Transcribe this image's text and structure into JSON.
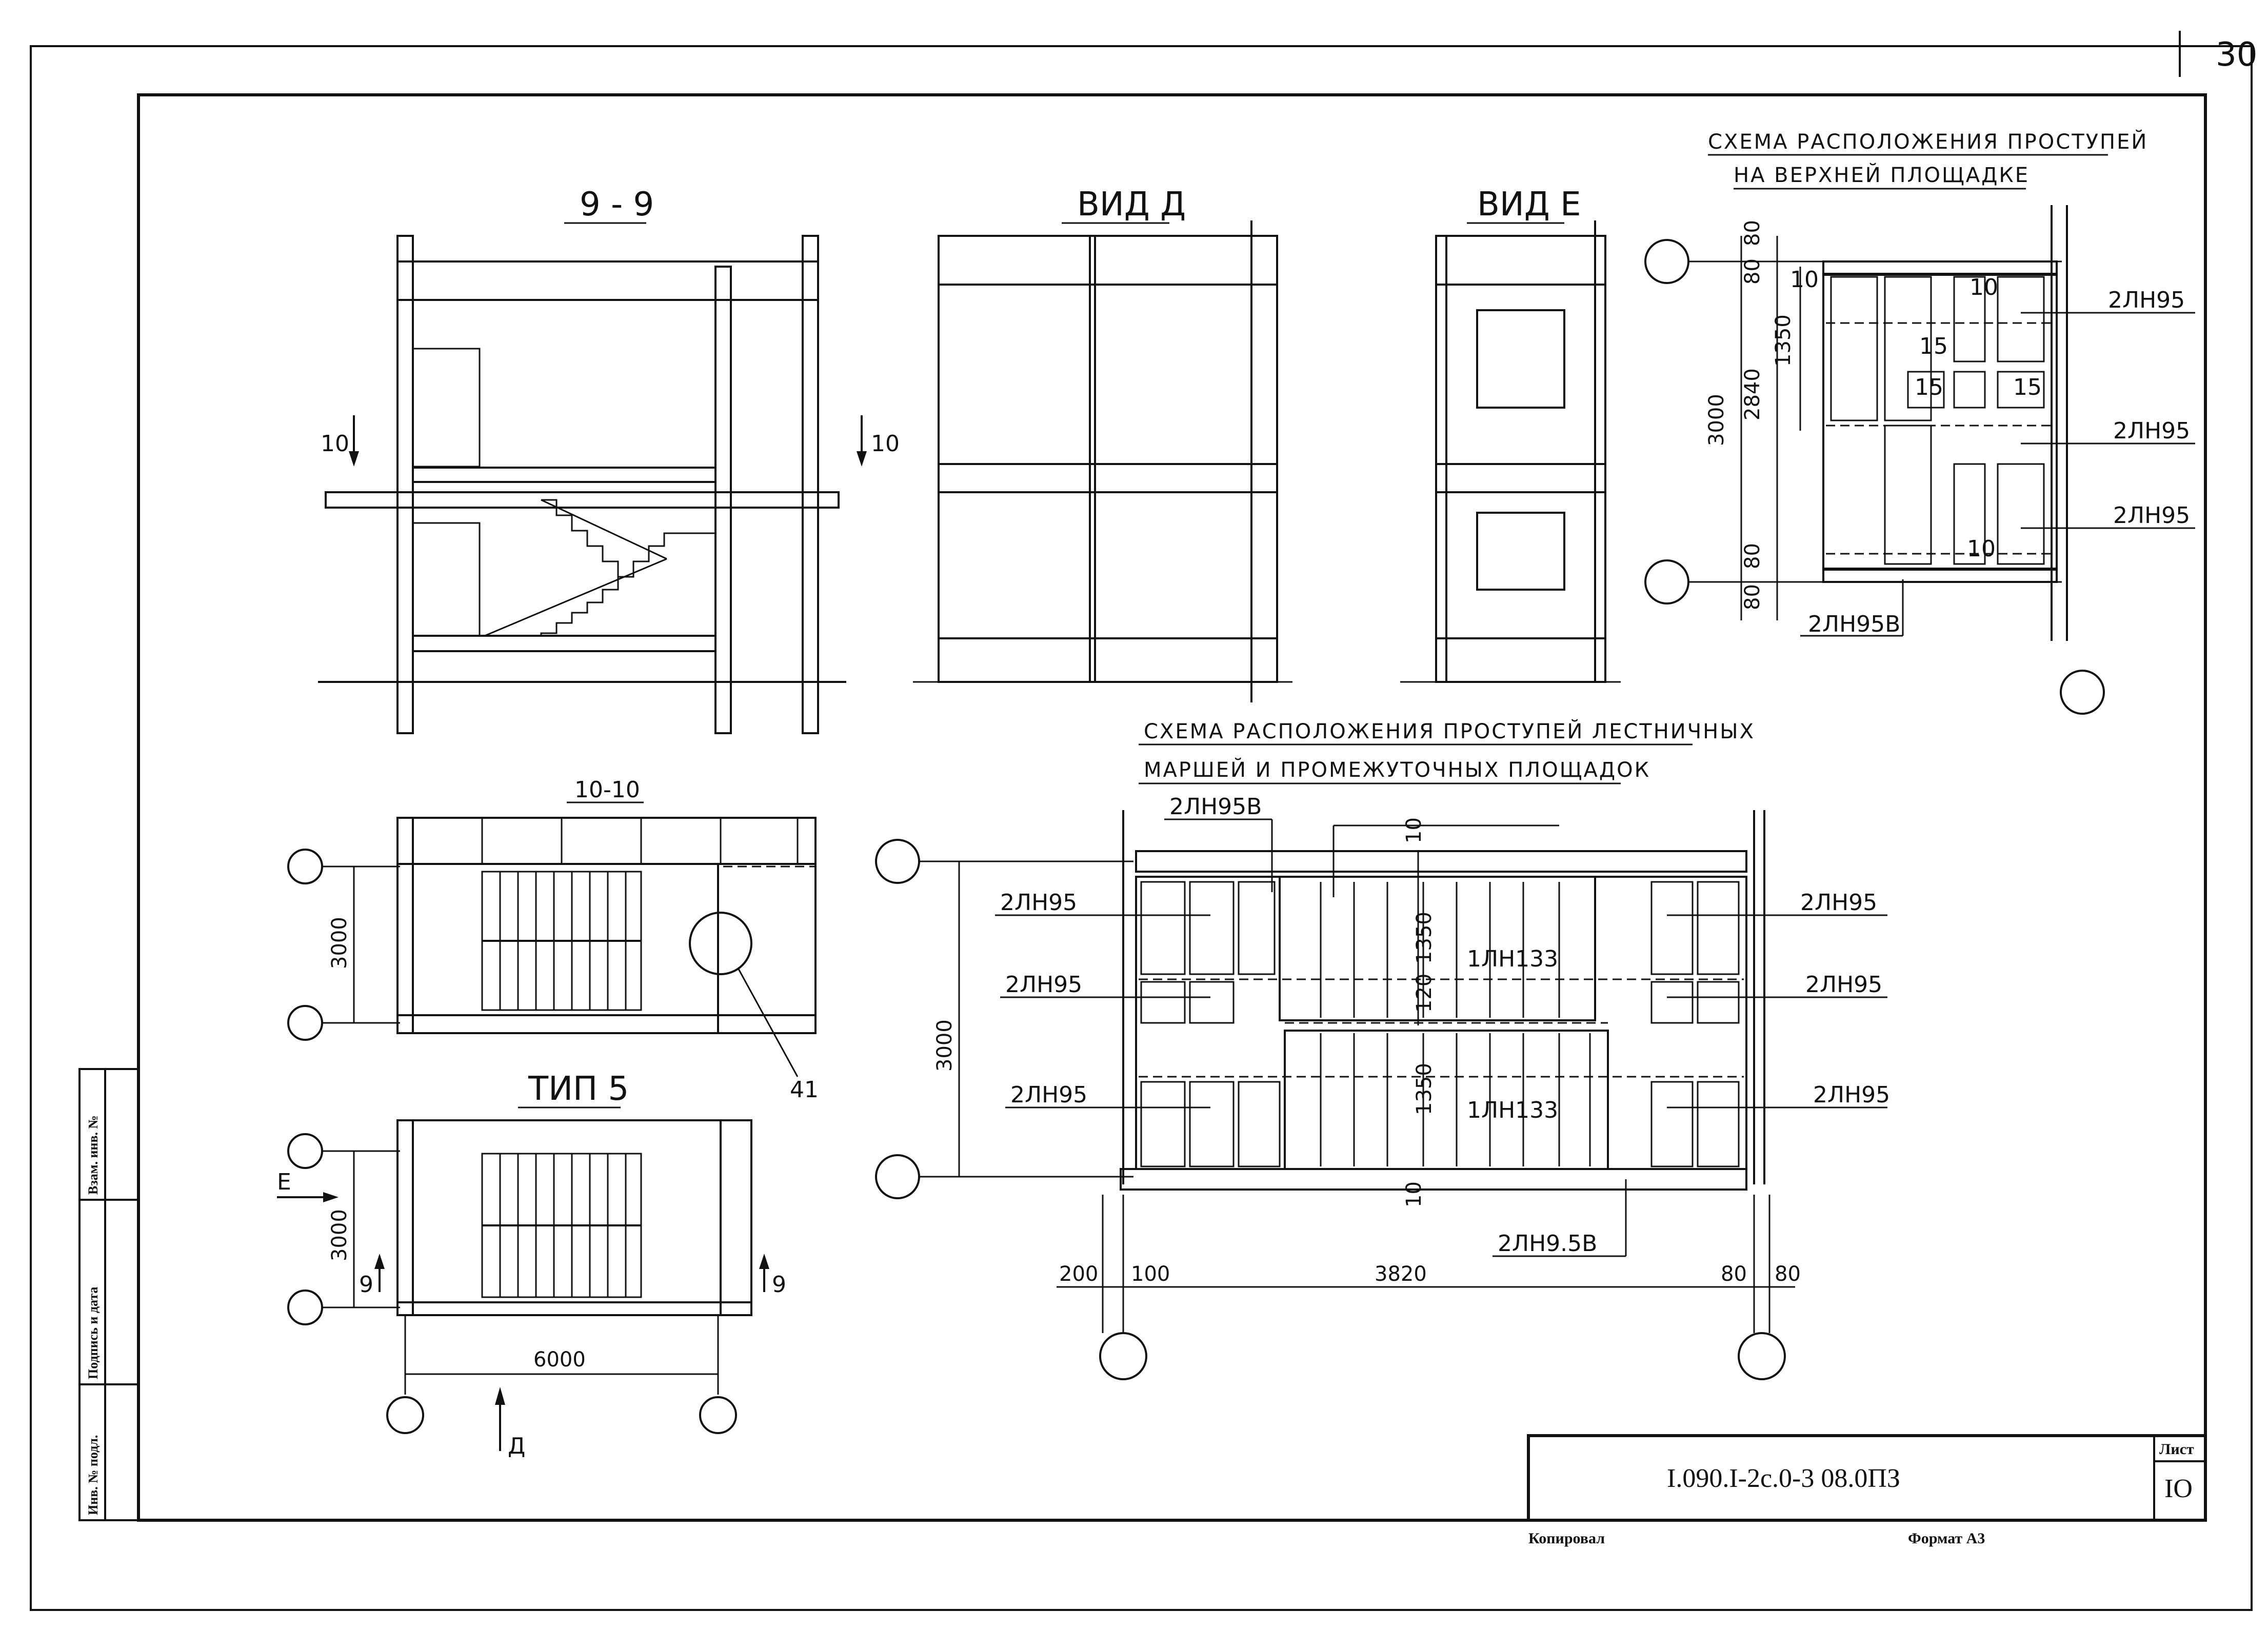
{
  "sheet_corner_number": "30",
  "drawings": {
    "section_9_9": {
      "title": "9 - 9",
      "cut_mark_left": "10",
      "cut_mark_right": "10"
    },
    "view_d": {
      "title": "ВИД Д"
    },
    "view_e": {
      "title": "ВИД Е"
    },
    "upper_platform": {
      "title_line1": "СХЕМА РАСПОЛОЖЕНИЯ ПРОСТУПЕЙ",
      "title_line2": "НА ВЕРХНЕЙ ПЛОЩАДКЕ",
      "dims": [
        "80",
        "80",
        "1350",
        "2840",
        "3000",
        "80",
        "80",
        "10",
        "10",
        "15",
        "15",
        "15",
        "10"
      ],
      "labels": [
        "2ЛН95",
        "2ЛН95",
        "2ЛН95",
        "2ЛН95В"
      ]
    },
    "plan_10_10": {
      "title": "10-10",
      "dim": "3000",
      "callout": "41"
    },
    "type5": {
      "title": "ТИП 5",
      "dim_height": "3000",
      "dim_width": "6000",
      "view_mark_e": "Е",
      "view_mark_d": "Д",
      "cut_left": "9",
      "cut_right": "9"
    },
    "flights_scheme": {
      "title_line1": "СХЕМА РАСПОЛОЖЕНИЯ ПРОСТУПЕЙ ЛЕСТНИЧНЫХ",
      "title_line2": "МАРШЕЙ И ПРОМЕЖУТОЧНЫХ ПЛОЩАДОК",
      "top_label": "2ЛН95В",
      "bottom_label": "2ЛН9.5В",
      "left_labels": [
        "2ЛН95",
        "2ЛН95",
        "2ЛН95"
      ],
      "right_labels": [
        "2ЛН95",
        "2ЛН95",
        "2ЛН95"
      ],
      "flight_labels": [
        "1ЛН133",
        "1ЛН133"
      ],
      "dims": {
        "height": "3000",
        "inner1": "1350",
        "inner2": "1350",
        "gap": "120",
        "top": "10",
        "bottom": "10",
        "left1": "200",
        "left2": "100",
        "span": "3820",
        "right1": "80",
        "right2": "80"
      }
    }
  },
  "title_block": {
    "code": "I.090.I-2с.0-3 08.0ПЗ",
    "sheet_label": "Лист",
    "sheet_number": "IO",
    "copied_label": "Копировал",
    "format_label": "Формат А3"
  },
  "side_stamp": {
    "cells": [
      "Взам. инв. №",
      "Подпись и дата",
      "Инв. № подл."
    ]
  }
}
